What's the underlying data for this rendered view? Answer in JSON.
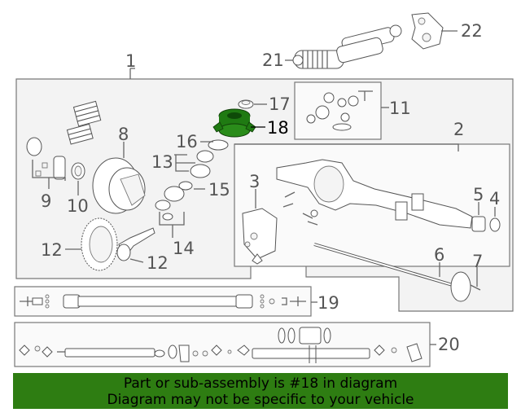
{
  "diagram": {
    "callouts": {
      "c1": "1",
      "c2": "2",
      "c3": "3",
      "c4": "4",
      "c5": "5",
      "c6": "6",
      "c7": "7",
      "c8": "8",
      "c9": "9",
      "c10": "10",
      "c11": "11",
      "c12a": "12",
      "c12b": "12",
      "c13": "13",
      "c14": "14",
      "c15": "15",
      "c16": "16",
      "c17": "17",
      "c18": "18",
      "c19": "19",
      "c20": "20",
      "c21": "21",
      "c22": "22"
    },
    "highlighted_part": "18",
    "highlight_color": "#1f7a12"
  },
  "banner": {
    "line1": "Part or sub-assembly is #18 in diagram",
    "line2": "Diagram may not be specific to your vehicle",
    "background": "#2e7d12"
  }
}
